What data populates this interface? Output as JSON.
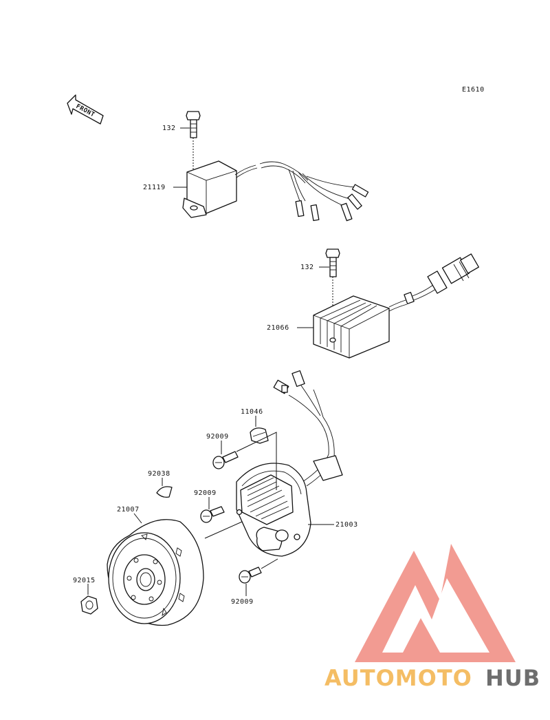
{
  "diagram_code": "E1610",
  "front_label": "FRONT",
  "labels": {
    "bolt_top": "132",
    "ignitor": "21119",
    "bolt_mid": "132",
    "regulator": "21066",
    "clamp": "11046",
    "bolt_a": "92009",
    "key": "92038",
    "bolt_b": "92009",
    "flywheel": "21007",
    "stator": "21003",
    "nut": "92015",
    "bolt_c": "92009"
  },
  "watermark": {
    "part1": "AUTOMOTO",
    "part2": "HUB",
    "color_primary": "#f08a80",
    "color_accent": "#f3b24a",
    "color_dark": "#555555"
  }
}
